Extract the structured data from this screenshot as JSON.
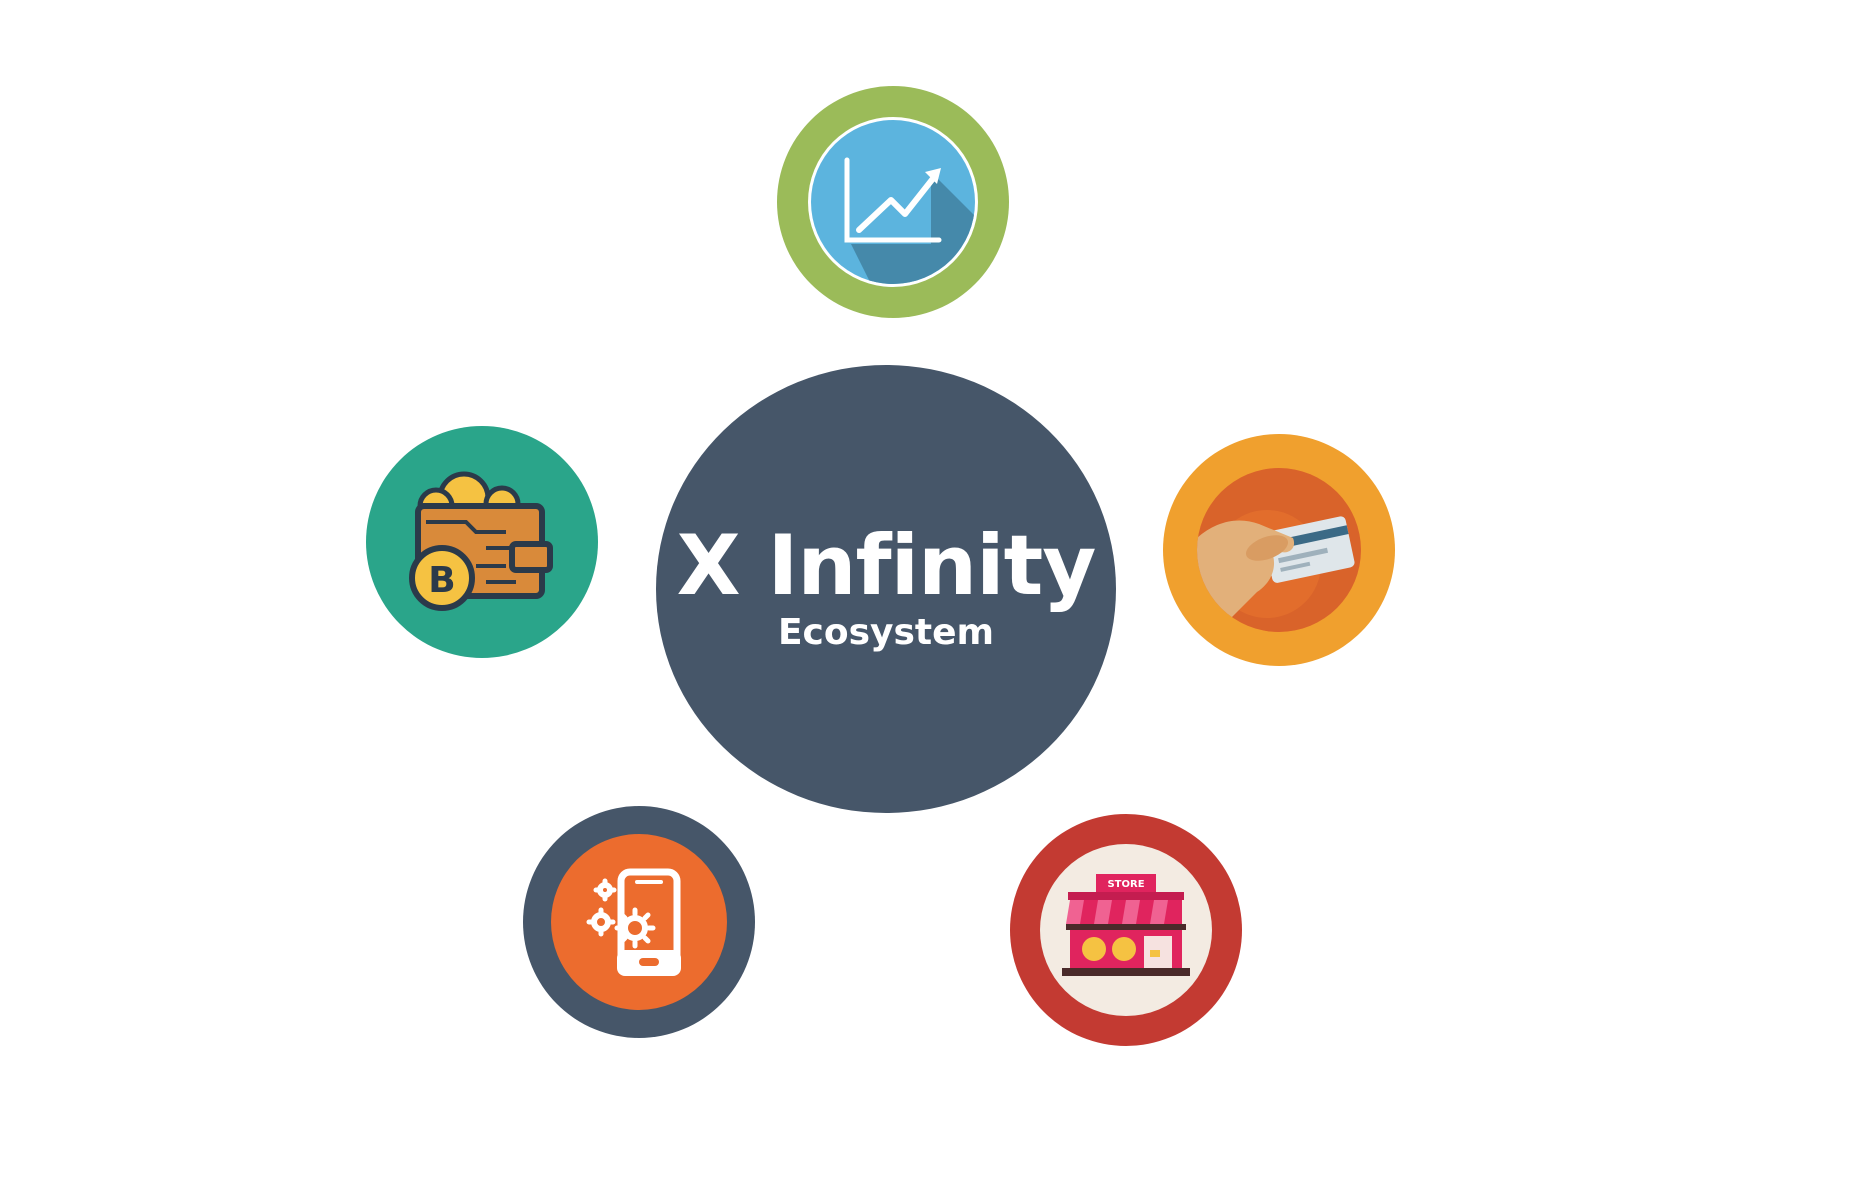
{
  "center": {
    "title": "X Infinity",
    "subtitle": "Ecosystem",
    "color": "#465669"
  },
  "nodes": [
    {
      "icon": "trending-chart-icon",
      "ring_color": "#9bbb59",
      "fill_color": "#5cb4de"
    },
    {
      "icon": "card-payment-icon",
      "ring_color": "#f0a02e",
      "fill_color": "#e8742e"
    },
    {
      "icon": "store-icon",
      "ring_color": "#c33a32",
      "fill_color": "#f3ebe2",
      "label": "STORE"
    },
    {
      "icon": "mobile-settings-icon",
      "ring_color": "#465669",
      "fill_color": "#ec6c2e"
    },
    {
      "icon": "bitcoin-wallet-icon",
      "ring_color": "#2aa58a",
      "fill_color": "#2aa58a"
    }
  ]
}
